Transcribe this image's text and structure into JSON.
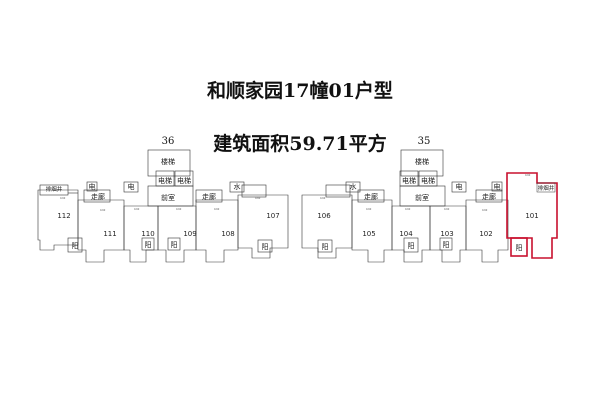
{
  "title": "和顺家园17幢01户型",
  "area": "建筑面积59.71平方",
  "buildings": {
    "left": "36",
    "right": "35"
  },
  "labels": {
    "stairs": "楼梯",
    "elevator": "电梯",
    "corridor": "走廊",
    "front_room": "前室",
    "balcony": "阳",
    "water": "水",
    "power": "电",
    "shaft": "排烟井"
  },
  "rooms_left": [
    "112",
    "111",
    "110",
    "109",
    "108",
    "107"
  ],
  "rooms_right": [
    "106",
    "105",
    "104",
    "103",
    "102",
    "101"
  ],
  "dimension_note": "0.60",
  "colors": {
    "wall": "#333333",
    "highlight": "#c8102e"
  }
}
